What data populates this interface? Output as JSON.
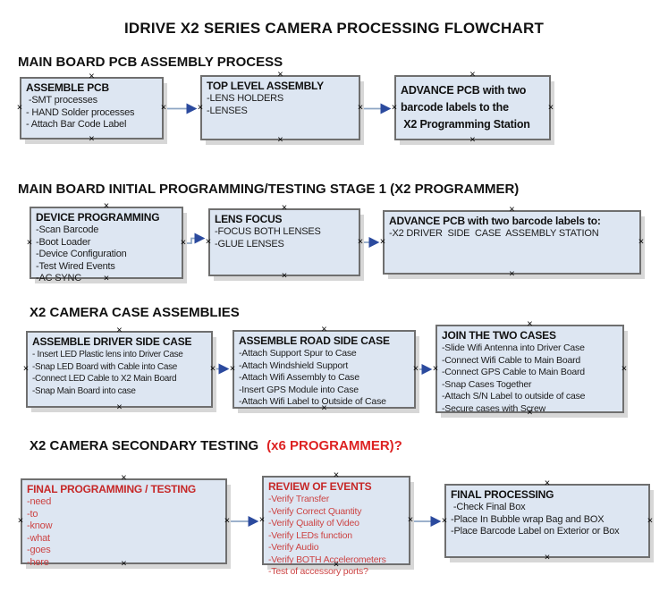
{
  "title": "IDRIVE X2  SERIES CAMERA PROCESSING FLOWCHART",
  "icons": {
    "connection_point": "×"
  },
  "colors": {
    "box_fill": "#dde6f2",
    "box_border": "#6f6f6f",
    "box_shadow": "#d7d7d7",
    "arrow_shaft": "#8ea6c4",
    "arrow_head": "#2b4a9e",
    "red_heading": "#c62828",
    "red_item": "#cc4444",
    "red_accent": "#dd2222"
  },
  "sections": [
    {
      "heading": "MAIN BOARD PCB ASSEMBLY PROCESS",
      "boxes": [
        {
          "title": "ASSEMBLE PCB",
          "items": [
            " -SMT processes",
            "- HAND Solder processes",
            "- Attach Bar Code Label"
          ]
        },
        {
          "title": "TOP LEVEL ASSEMBLY",
          "items": [
            "-LENS HOLDERS",
            "-LENSES"
          ]
        },
        {
          "title": "ADVANCE PCB with two\nbarcode labels to the\n X2 Programming Station",
          "items": []
        }
      ]
    },
    {
      "heading": "MAIN BOARD INITIAL PROGRAMMING/TESTING STAGE 1 (X2 PROGRAMMER)",
      "boxes": [
        {
          "title": "DEVICE PROGRAMMING",
          "items": [
            "-Scan Barcode",
            "-Boot Loader",
            "-Device Configuration",
            "-Test Wired Events",
            "-AC SYNC"
          ]
        },
        {
          "title": "LENS FOCUS",
          "items": [
            "-FOCUS BOTH LENSES",
            "-GLUE LENSES"
          ]
        },
        {
          "title": "ADVANCE PCB with two barcode labels to:",
          "items": [
            "-X2 DRIVER  SIDE  CASE  ASSEMBLY STATION"
          ]
        }
      ]
    },
    {
      "heading": "X2 CAMERA CASE ASSEMBLIES",
      "boxes": [
        {
          "title": "ASSEMBLE DRIVER SIDE CASE",
          "items": [
            "- Insert LED Plastic lens into Driver Case",
            "-Snap LED Board with Cable into Case",
            "-Connect LED Cable to X2 Main Board",
            "-Snap Main Board into case"
          ]
        },
        {
          "title": "ASSEMBLE ROAD SIDE CASE",
          "items": [
            "-Attach Support Spur to Case",
            "-Attach Windshield Support",
            "-Attach Wifi Assembly to Case",
            "-Insert GPS Module into Case",
            "-Attach Wifi Label to Outside of Case"
          ]
        },
        {
          "title": "JOIN THE TWO CASES",
          "items": [
            "-Slide Wifi Antenna into Driver Case",
            "-Connect Wifi Cable to Main Board",
            "-Connect GPS Cable to Main Board",
            "-Snap Cases Together",
            "-Attach S/N Label to outside of case",
            "-Secure cases with Screw"
          ]
        }
      ]
    },
    {
      "heading": "X2 CAMERA SECONDARY TESTING",
      "heading_red": "(x6 PROGRAMMER)?",
      "boxes": [
        {
          "title": "FINAL PROGRAMMING / TESTING",
          "items": [
            "-need",
            "-to",
            "-know",
            "-what",
            "-goes",
            "-here"
          ]
        },
        {
          "title": "REVIEW OF EVENTS",
          "items": [
            "-Verify Transfer",
            "-Verify Correct Quantity",
            "-Verify Quality of Video",
            "-Verify LEDs function",
            "-Verify Audio",
            "-Verify BOTH Accelerometers",
            "-Test of accessory ports?"
          ]
        },
        {
          "title": "FINAL PROCESSING",
          "items": [
            " -Check Final Box",
            "-Place In Bubble wrap Bag and BOX",
            "-Place Barcode Label on Exterior or Box"
          ]
        }
      ]
    }
  ]
}
